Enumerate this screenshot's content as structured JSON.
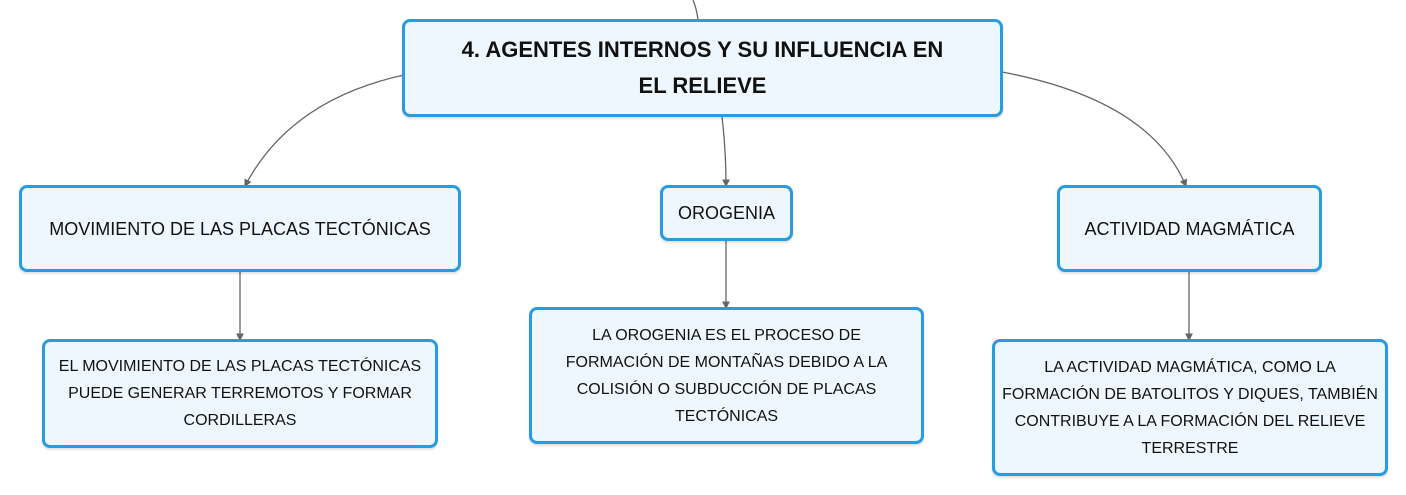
{
  "central": {
    "title": "4. AGENTES INTERNOS Y SU INFLUENCIA EN EL RELIEVE"
  },
  "branches": [
    {
      "label": "MOVIMIENTO DE LAS PLACAS TECTÓNICAS",
      "detail": "EL MOVIMIENTO DE LAS PLACAS TECTÓNICAS PUEDE GENERAR TERREMOTOS Y FORMAR CORDILLERAS"
    },
    {
      "label": "OROGENIA",
      "detail": "LA OROGENIA ES EL PROCESO DE FORMACIÓN DE MONTAÑAS DEBIDO A LA COLISIÓN O SUBDUCCIÓN DE PLACAS TECTÓNICAS"
    },
    {
      "label": "ACTIVIDAD MAGMÁTICA",
      "detail": "LA ACTIVIDAD MAGMÁTICA, COMO LA FORMACIÓN DE BATOLITOS Y DIQUES, TAMBIÉN CONTRIBUYE A LA FORMACIÓN DEL RELIEVE TERRESTRE"
    }
  ],
  "colors": {
    "node_border": "#2b9be0",
    "node_fill": "#eef7fd",
    "connector": "#666666",
    "text": "#111111"
  }
}
